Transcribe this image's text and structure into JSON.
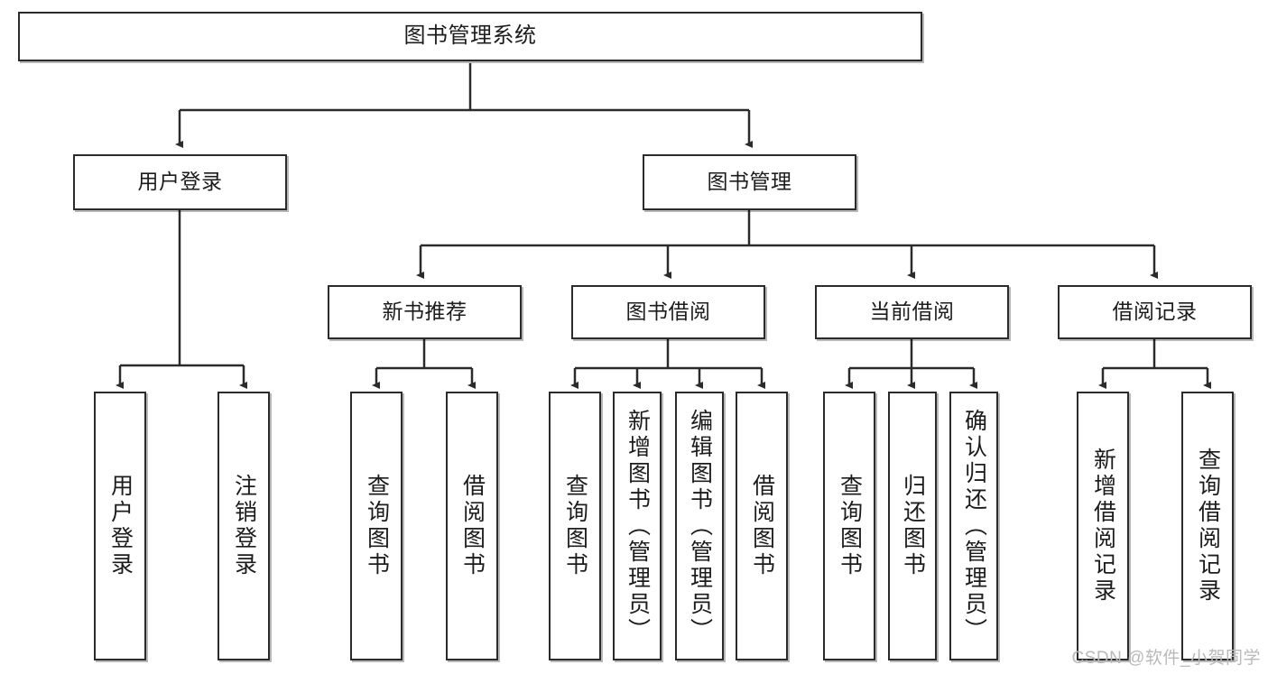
{
  "diagram": {
    "title": "图书管理系统",
    "watermark": "CSDN @软件_小贺同学",
    "accent_color": "#2b2b2b",
    "background_color": "#ffffff",
    "root": {
      "label": "图书管理系统"
    },
    "level2": [
      {
        "label": "用户登录"
      },
      {
        "label": "图书管理"
      }
    ],
    "level3": [
      {
        "label": "新书推荐"
      },
      {
        "label": "图书借阅"
      },
      {
        "label": "当前借阅"
      },
      {
        "label": "借阅记录"
      }
    ],
    "leaves": {
      "user_login": [
        {
          "label": "用户登录"
        },
        {
          "label": "注销登录"
        }
      ],
      "new_book_recommend": [
        {
          "label": "查询图书"
        },
        {
          "label": "借阅图书"
        }
      ],
      "book_borrow": [
        {
          "label": "查询图书"
        },
        {
          "label": "新增图书（管理员）"
        },
        {
          "label": "编辑图书（管理员）"
        },
        {
          "label": "借阅图书"
        }
      ],
      "current_borrow": [
        {
          "label": "查询图书"
        },
        {
          "label": "归还图书"
        },
        {
          "label": "确认归还（管理员）"
        }
      ],
      "borrow_record": [
        {
          "label": "新增借阅记录"
        },
        {
          "label": "查询借阅记录"
        }
      ]
    }
  }
}
